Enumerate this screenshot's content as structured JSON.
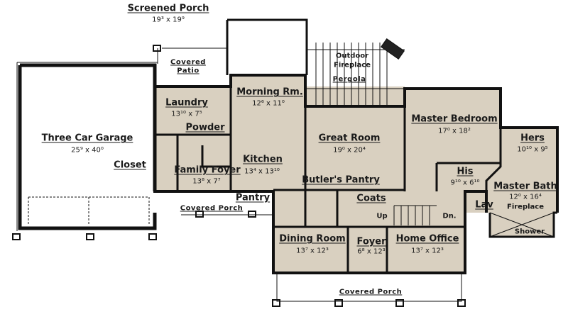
{
  "colors": {
    "room_fill": "#d9d0c0",
    "wall": "#111111",
    "background": "#ffffff"
  },
  "rooms": {
    "screened_porch": {
      "name": "Screened Porch",
      "dims": "19³ x 19⁹"
    },
    "covered_patio": {
      "name_line1": "Covered",
      "name_line2": "Patio"
    },
    "outdoor_fireplace": {
      "name_line1": "Outdoor",
      "name_line2": "Fireplace"
    },
    "pergola": {
      "name": "Pergola"
    },
    "morning_room": {
      "name": "Morning Rm.",
      "dims": "12⁶ x 11⁰"
    },
    "laundry": {
      "name": "Laundry",
      "dims": "13¹⁰ x 7⁵"
    },
    "powder": {
      "name": "Powder"
    },
    "garage": {
      "name": "Three Car Garage",
      "dims": "25⁹ x 40⁰"
    },
    "great_room": {
      "name": "Great Room",
      "dims": "19⁰ x 20⁴"
    },
    "master_bedroom": {
      "name": "Master Bedroom",
      "dims": "17⁰ x 18²"
    },
    "hers": {
      "name": "Hers",
      "dims": "10¹⁰ x 9⁵"
    },
    "closet": {
      "name": "Closet"
    },
    "kitchen": {
      "name": "Kitchen",
      "dims": "13⁴ x 13¹⁰"
    },
    "family_foyer": {
      "name": "Family Foyer",
      "dims": "13⁸ x 7⁷"
    },
    "his": {
      "name": "His",
      "dims": "9¹⁰ x 6¹⁰"
    },
    "master_bath": {
      "name": "Master Bath",
      "dims": "12⁰ x 16⁴",
      "note": "Fireplace"
    },
    "butlers_pantry": {
      "name": "Butler's Pantry"
    },
    "pantry": {
      "name": "Pantry"
    },
    "coats": {
      "name": "Coats"
    },
    "stairs": {
      "up": "Up",
      "down": "Dn."
    },
    "lav": {
      "name": "Lav"
    },
    "shower": {
      "name": "Shower"
    },
    "covered_porch_side": {
      "name": "Covered Porch"
    },
    "dining_room": {
      "name": "Dining Room",
      "dims": "13⁷ x 12³"
    },
    "foyer": {
      "name": "Foyer",
      "dims": "6⁸ x 12³"
    },
    "home_office": {
      "name": "Home Office",
      "dims": "13⁷ x 12³"
    },
    "covered_porch_front": {
      "name": "Covered Porch"
    }
  }
}
